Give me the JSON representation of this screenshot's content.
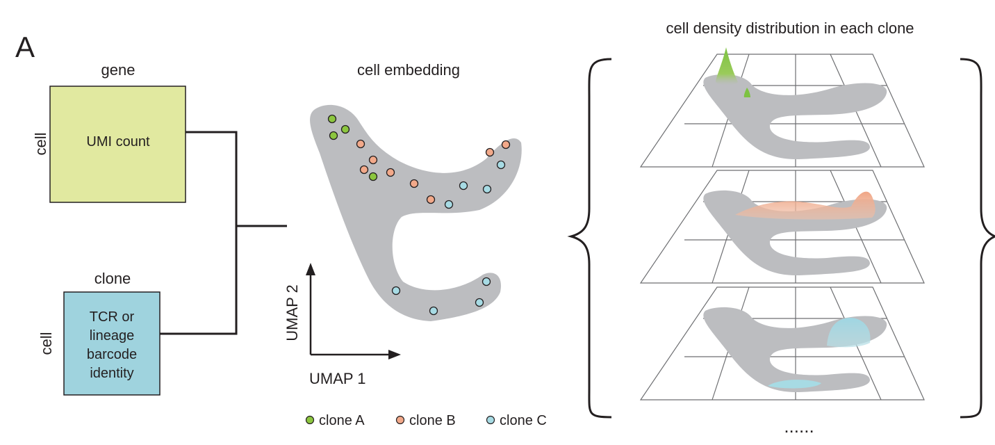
{
  "panel_label": "A",
  "left": {
    "gene_box": {
      "top_label": "gene",
      "side_label": "cell",
      "content": "UMI count",
      "color": "#e1e9a0"
    },
    "clone_box": {
      "top_label": "clone",
      "side_label": "cell",
      "content_lines": [
        "TCR or",
        "lineage",
        "barcode",
        "identity"
      ],
      "color": "#9fd3de"
    }
  },
  "embedding": {
    "title": "cell embedding",
    "x_axis": "UMAP 1",
    "y_axis": "UMAP 2",
    "blob_color": "#bcbdc0",
    "legend": [
      {
        "label": "clone A",
        "color": "#8cc63f"
      },
      {
        "label": "clone B",
        "color": "#f2a98a"
      },
      {
        "label": "clone C",
        "color": "#a7dbe4"
      }
    ]
  },
  "density": {
    "title": "cell density distribution in each clone",
    "ellipsis": "......"
  }
}
